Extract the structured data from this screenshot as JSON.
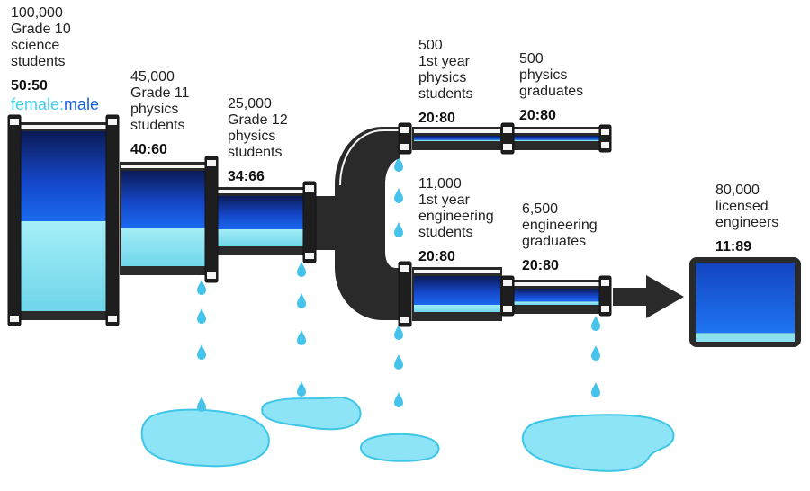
{
  "colors": {
    "female": "#7fe3f2",
    "male": "#1a5fe0",
    "pipe": "#2a2a2a",
    "water": "#45c3ea",
    "puddle": "#8ee4f7",
    "puddle_edge": "#3fc6e6",
    "legend_female": "#45cde6",
    "legend_male": "#1a5fe0"
  },
  "legend": {
    "female": "female",
    "separator": ":",
    "male": "male"
  },
  "stages": [
    {
      "id": "grade10",
      "lines": [
        "100,000",
        "Grade 10",
        "science",
        "students"
      ],
      "ratio": "50:50",
      "female_share": 0.5
    },
    {
      "id": "grade11",
      "lines": [
        "45,000",
        "Grade 11",
        "physics",
        "students"
      ],
      "ratio": "40:60",
      "female_share": 0.4
    },
    {
      "id": "grade12",
      "lines": [
        "25,000",
        "Grade 12",
        "physics",
        "students"
      ],
      "ratio": "34:66",
      "female_share": 0.34
    },
    {
      "id": "phys1",
      "lines": [
        "500",
        "1st year",
        "physics",
        "students"
      ],
      "ratio": "20:80",
      "female_share": 0.2
    },
    {
      "id": "physgrad",
      "lines": [
        "500",
        "physics",
        "graduates"
      ],
      "ratio": "20:80",
      "female_share": 0.2
    },
    {
      "id": "eng1",
      "lines": [
        "11,000",
        "1st year",
        "engineering",
        "students"
      ],
      "ratio": "20:80",
      "female_share": 0.2
    },
    {
      "id": "enggrad",
      "lines": [
        "6,500",
        "engineering",
        "graduates"
      ],
      "ratio": "20:80",
      "female_share": 0.2
    },
    {
      "id": "licensed",
      "lines": [
        "80,000",
        "licensed",
        "engineers"
      ],
      "ratio": "11:89",
      "female_share": 0.11
    }
  ]
}
